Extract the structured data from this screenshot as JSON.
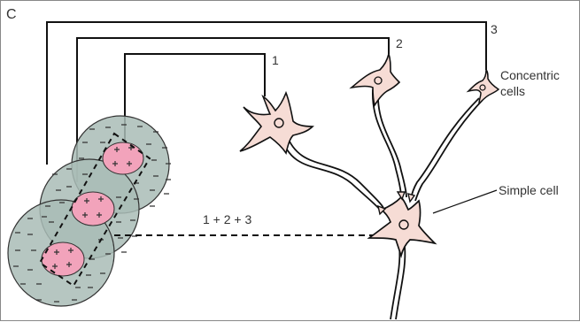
{
  "panel_label": "C",
  "labels": {
    "neuron1": "1",
    "neuron2": "2",
    "neuron3": "3",
    "concentric_line1": "Concentric",
    "concentric_line2": "cells",
    "simple_cell": "Simple cell",
    "sum": "1 + 2 + 3"
  },
  "colors": {
    "field_fill": "#a9bcb6",
    "center_fill": "#f2a3bb",
    "cell_fill": "#f6dcd5",
    "stroke": "#111111"
  }
}
